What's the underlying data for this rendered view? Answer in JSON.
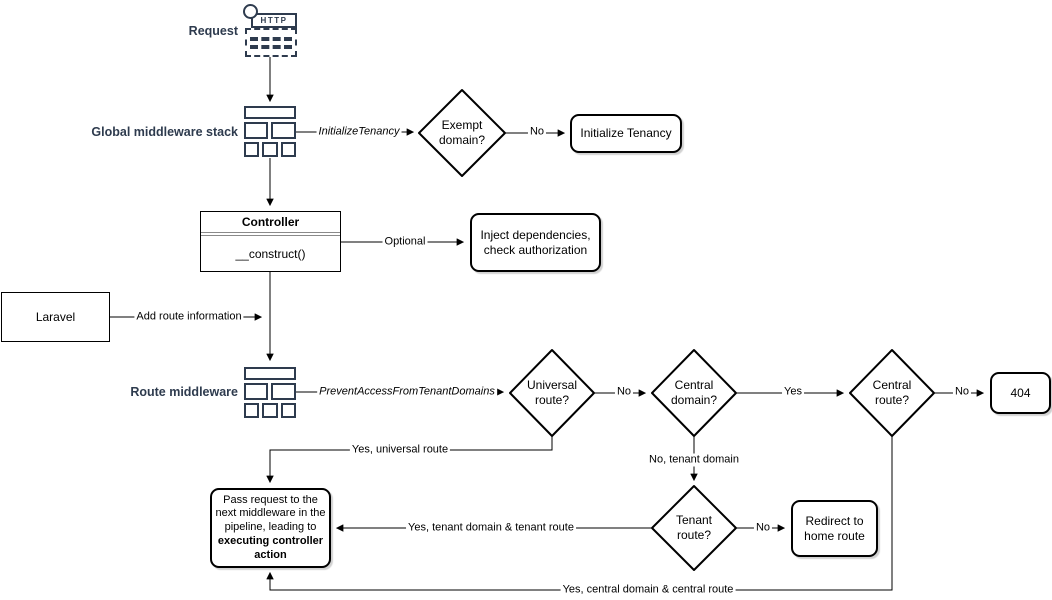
{
  "colors": {
    "icon_navy": "#2e3b4e",
    "shape_stroke": "#000000",
    "uml_separator": "#8a8a8a",
    "background": "#ffffff"
  },
  "icons": {
    "request": "http-request-icon",
    "global_middleware": "middleware-stack-icon",
    "route_middleware": "middleware-stack-icon"
  },
  "side_labels": {
    "request": "Request",
    "global_middleware": "Global middleware stack",
    "route_middleware": "Route middleware"
  },
  "request_icon": {
    "protocol": "HTTP"
  },
  "nodes": {
    "exempt_domain": {
      "line1": "Exempt",
      "line2": "domain?"
    },
    "initialize_tenancy": {
      "label": "Initialize Tenancy"
    },
    "controller": {
      "title": "Controller",
      "method": "__construct()"
    },
    "inject_dependencies": {
      "line1": "Inject dependencies,",
      "line2": "check authorization"
    },
    "laravel": {
      "label": "Laravel"
    },
    "universal_route": {
      "line1": "Universal",
      "line2": "route?"
    },
    "central_domain": {
      "line1": "Central",
      "line2": "domain?"
    },
    "central_route": {
      "line1": "Central",
      "line2": "route?"
    },
    "not_found": {
      "label": "404"
    },
    "tenant_route": {
      "line1": "Tenant",
      "line2": "route?"
    },
    "redirect_home": {
      "line1": "Redirect to",
      "line2": "home route"
    },
    "pass_request": {
      "text": "Pass request to the next middleware in the pipeline, leading to ",
      "bold": "executing controller action"
    }
  },
  "edge_labels": {
    "initialize_tenancy": "InitializeTenancy",
    "exempt_no": "No",
    "optional": "Optional",
    "add_route_information": "Add route information",
    "prevent_access": "PreventAccessFromTenantDomains",
    "universal_no": "No",
    "central_domain_yes": "Yes",
    "central_route_no": "No",
    "universal_yes": "Yes, universal route",
    "tenant_domain_no": "No, tenant domain",
    "tenant_route_no": "No",
    "tenant_yes": "Yes, tenant domain & tenant route",
    "central_yes": "Yes, central domain & central route"
  }
}
